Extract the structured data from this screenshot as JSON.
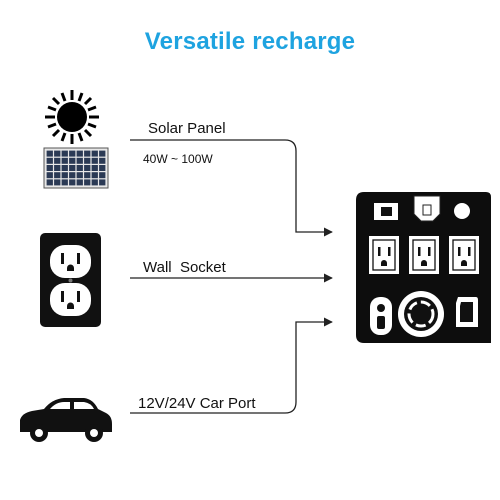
{
  "title": "Versatile recharge",
  "sources": {
    "solar": {
      "label": "Solar Panel",
      "spec": "40W ~ 100W"
    },
    "wall": {
      "label": "Wall  Socket"
    },
    "car": {
      "label": "12V/24V Car Port"
    }
  },
  "colors": {
    "title": "#1ea3e0",
    "ink": "#111111",
    "line": "#222222",
    "panel_cell": "#2b3a55"
  },
  "icons": {
    "sun": "sun-icon",
    "solar_panel": "solar-panel-icon",
    "wall_outlet": "wall-outlet-icon",
    "car": "car-icon",
    "power_station": "power-station-icon"
  }
}
